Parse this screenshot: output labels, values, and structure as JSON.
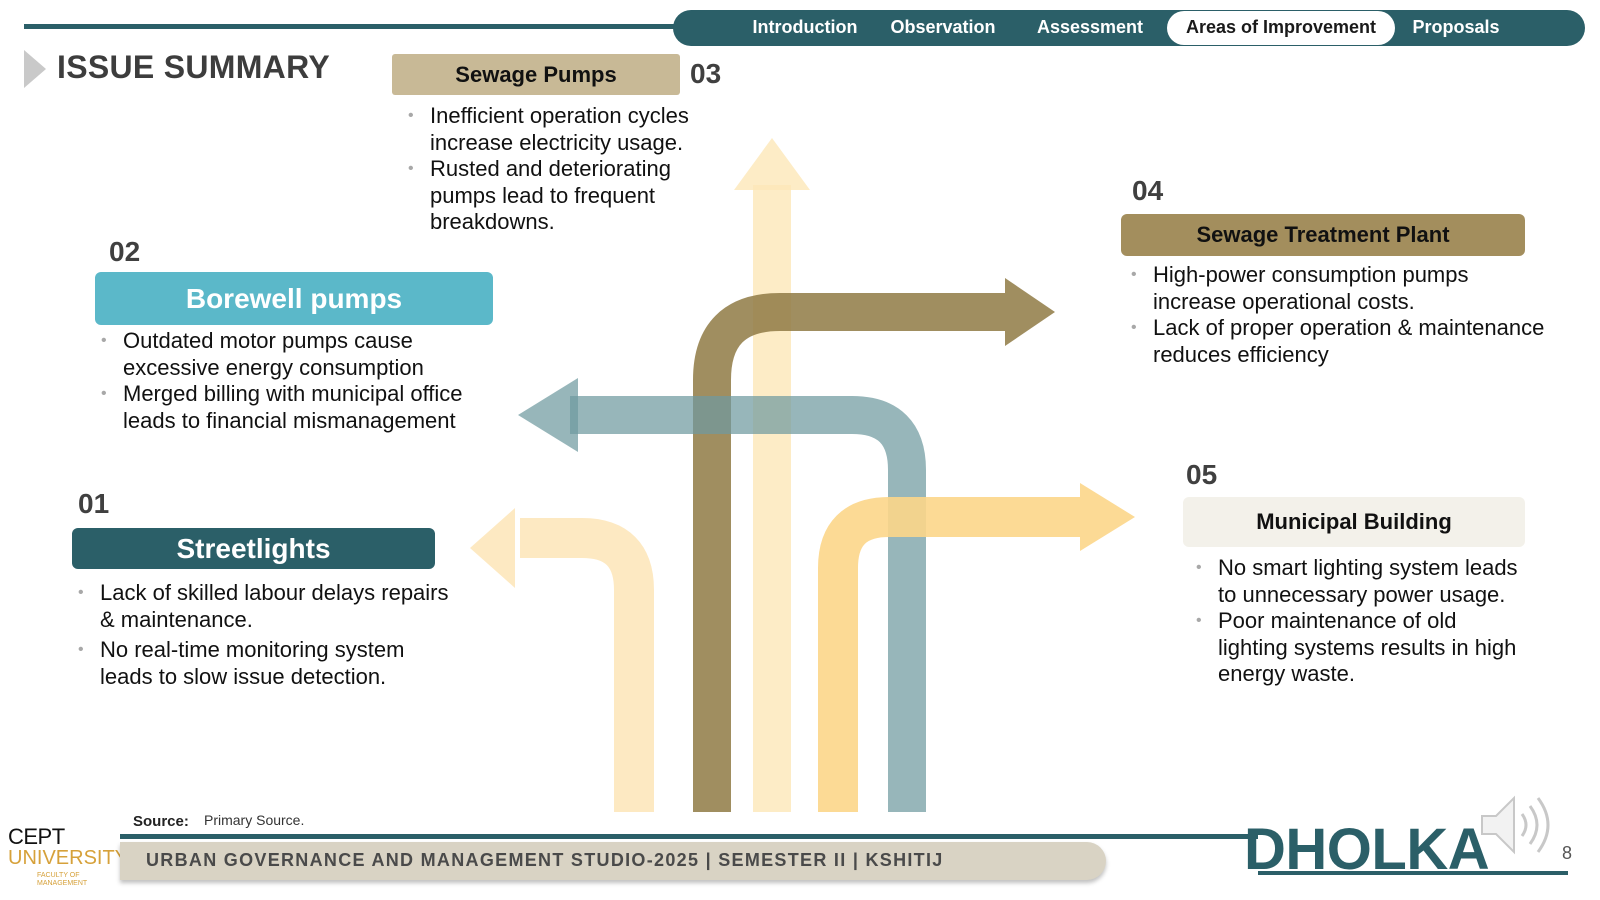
{
  "nav": {
    "tabs": [
      {
        "label": "Introduction",
        "active": false
      },
      {
        "label": "Observation",
        "active": false
      },
      {
        "label": "Assessment",
        "active": false
      },
      {
        "label": "Areas of Improvement",
        "active": true
      },
      {
        "label": "Proposals",
        "active": false
      }
    ]
  },
  "title": "ISSUE SUMMARY",
  "issues": [
    {
      "number": "01",
      "heading": "Streetlights",
      "color": "#2b5f68",
      "bullets": [
        " Lack of skilled labour delays repairs & maintenance.",
        "No real-time monitoring system leads to slow issue detection."
      ]
    },
    {
      "number": "02",
      "heading": "Borewell pumps",
      "color": "#5bb8c9",
      "bullets": [
        "Outdated motor pumps cause excessive energy consumption",
        "Merged billing with municipal office leads to financial mismanagement"
      ]
    },
    {
      "number": "03",
      "heading": "Sewage Pumps",
      "color": "#c8b996",
      "bullets": [
        "Inefficient operation cycles increase electricity usage.",
        "Rusted and deteriorating pumps lead to frequent breakdowns."
      ]
    },
    {
      "number": "04",
      "heading": "Sewage Treatment Plant",
      "color": "#a38e5d",
      "bullets": [
        " High-power consumption pumps increase operational costs.",
        "Lack of proper operation & maintenance reduces efficiency"
      ]
    },
    {
      "number": "05",
      "heading": "Municipal Building",
      "color": "#f3f1ea",
      "bullets": [
        " No smart lighting system leads to unnecessary power usage.",
        "Poor maintenance of old lighting systems results in high energy waste."
      ]
    }
  ],
  "arrow_colors": {
    "light_yellow": "#fde9c2",
    "yellow": "#fcd68a",
    "olive": "#9a8551",
    "teal": "#8fb2b6",
    "cream": "#fde7b8"
  },
  "source": {
    "label": "Source:",
    "value": "Primary Source."
  },
  "footer": {
    "studio": "URBAN GOVERNANCE AND MANAGEMENT STUDIO-2025 | SEMESTER II | KSHITIJ",
    "city": "DHOLKA",
    "page": "8"
  },
  "logo": {
    "line1": "CEPT",
    "line2": "UNIVERSITY",
    "line3": "FACULTY OF MANAGEMENT"
  },
  "icons": {
    "speaker": "speaker-icon"
  }
}
